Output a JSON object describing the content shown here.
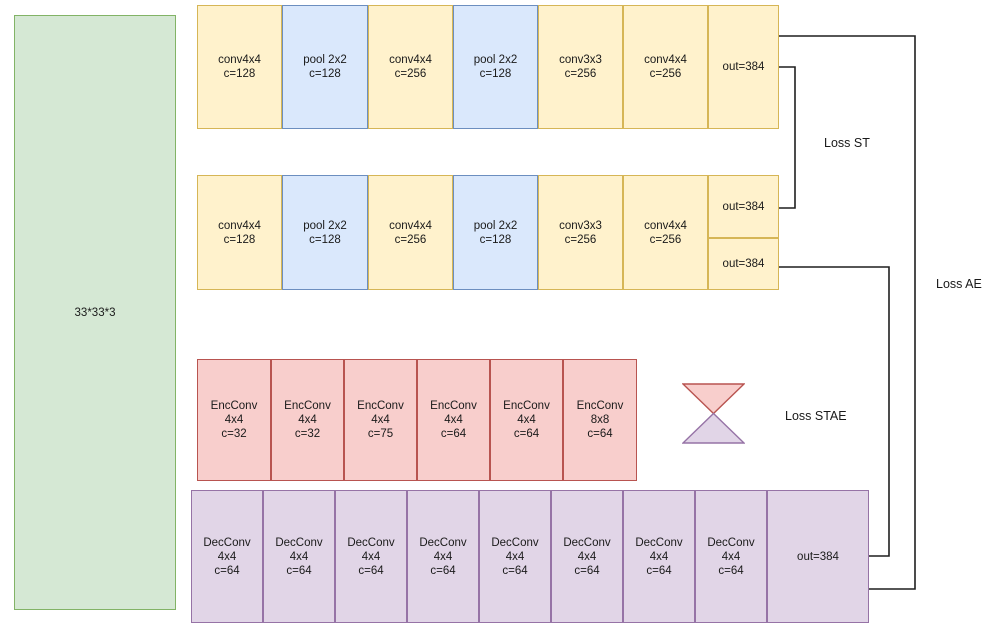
{
  "diagram": {
    "title": "Student-Teacher / Autoencoder network architecture diagram",
    "colors": {
      "input_fill": "#d5e8d4",
      "input_stroke": "#82b366",
      "conv_fill": "#fff2cc",
      "conv_stroke": "#d6b656",
      "pool_fill": "#dae8fc",
      "pool_stroke": "#6c8ebf",
      "enc_fill": "#f8cecc",
      "enc_stroke": "#b85450",
      "dec_fill": "#e1d5e7",
      "dec_stroke": "#9673a6",
      "wire": "#1f1f1f"
    },
    "input": {
      "label": "33*33*3"
    },
    "branches": [
      {
        "name": "teacher-network",
        "cells": [
          {
            "kind": "conv",
            "label": "conv4x4\nc=128"
          },
          {
            "kind": "pool",
            "label": "pool 2x2\nc=128"
          },
          {
            "kind": "conv",
            "label": "conv4x4\nc=256"
          },
          {
            "kind": "pool",
            "label": "pool 2x2\nc=128"
          },
          {
            "kind": "conv",
            "label": "conv3x3\nc=256"
          },
          {
            "kind": "conv",
            "label": "conv4x4\nc=256"
          },
          {
            "kind": "out",
            "label": "out=384"
          }
        ]
      },
      {
        "name": "student-network",
        "cells": [
          {
            "kind": "conv",
            "label": "conv4x4\nc=128"
          },
          {
            "kind": "pool",
            "label": "pool 2x2\nc=128"
          },
          {
            "kind": "conv",
            "label": "conv4x4\nc=256"
          },
          {
            "kind": "pool",
            "label": "pool 2x2\nc=128"
          },
          {
            "kind": "conv",
            "label": "conv3x3\nc=256"
          },
          {
            "kind": "conv",
            "label": "conv4x4\nc=256"
          },
          {
            "kind": "out",
            "label": "out=384"
          },
          {
            "kind": "out",
            "label": "out=384"
          }
        ]
      },
      {
        "name": "encoder-network",
        "cells": [
          {
            "kind": "enc",
            "label": "EncConv\n4x4\nc=32"
          },
          {
            "kind": "enc",
            "label": "EncConv\n4x4\nc=32"
          },
          {
            "kind": "enc",
            "label": "EncConv\n4x4\nc=75"
          },
          {
            "kind": "enc",
            "label": "EncConv\n4x4\nc=64"
          },
          {
            "kind": "enc",
            "label": "EncConv\n4x4\nc=64"
          },
          {
            "kind": "enc",
            "label": "EncConv\n8x8\nc=64"
          }
        ]
      },
      {
        "name": "decoder-network",
        "cells": [
          {
            "kind": "dec",
            "label": "DecConv\n4x4\nc=64"
          },
          {
            "kind": "dec",
            "label": "DecConv\n4x4\nc=64"
          },
          {
            "kind": "dec",
            "label": "DecConv\n4x4\nc=64"
          },
          {
            "kind": "dec",
            "label": "DecConv\n4x4\nc=64"
          },
          {
            "kind": "dec",
            "label": "DecConv\n4x4\nc=64"
          },
          {
            "kind": "dec",
            "label": "DecConv\n4x4\nc=64"
          },
          {
            "kind": "dec",
            "label": "DecConv\n4x4\nc=64"
          },
          {
            "kind": "dec",
            "label": "DecConv\n4x4\nc=64"
          },
          {
            "kind": "dec",
            "label": "out=384"
          }
        ]
      }
    ],
    "losses": [
      {
        "name": "loss-st",
        "label": "Loss ST"
      },
      {
        "name": "loss-ae",
        "label": "Loss AE"
      },
      {
        "name": "loss-stae",
        "label": "Loss STAE"
      }
    ],
    "bottleneck": {
      "name": "hourglass-bottleneck",
      "top_color": "#f8cecc",
      "bottom_color": "#e1d5e7"
    }
  }
}
